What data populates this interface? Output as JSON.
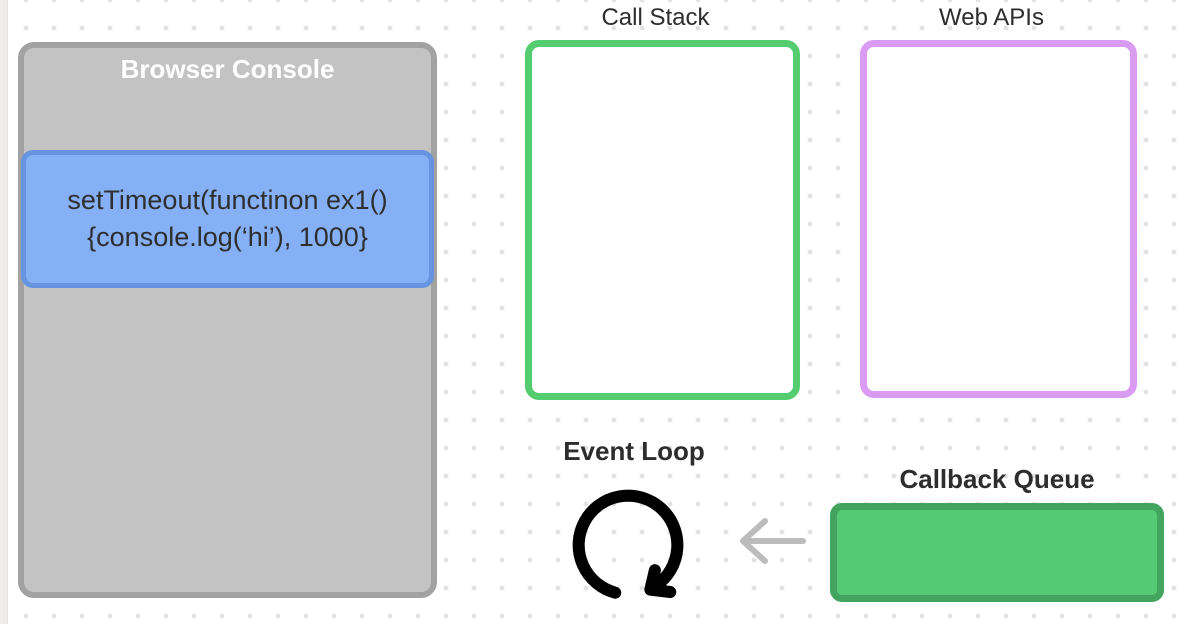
{
  "diagram": {
    "browser_console": {
      "title": "Browser Console",
      "code_line1": "setTimeout(functinon ex1()",
      "code_line2": "{console.log(‘hi’), 1000}"
    },
    "call_stack": {
      "label": "Call Stack"
    },
    "web_apis": {
      "label": "Web APIs"
    },
    "event_loop": {
      "label": "Event Loop"
    },
    "callback_queue": {
      "label": "Callback Queue"
    },
    "icons": {
      "event_loop_icon": "circular-arrow-icon",
      "queue_to_loop_arrow": "left-arrow-icon"
    },
    "colors": {
      "browser_console_fill": "#c3c3c3",
      "browser_console_border": "#a2a2a2",
      "code_block_fill": "#85b0f6",
      "code_block_border": "#6694e0",
      "call_stack_border": "#53cd70",
      "web_apis_border": "#da9bf3",
      "callback_queue_fill": "#55ca74",
      "callback_queue_border": "#42a45f",
      "event_loop_icon_color": "#000000",
      "arrow_color": "#bcbcbc",
      "label_text": "#2d2d2d",
      "title_text": "#ffffff"
    }
  }
}
